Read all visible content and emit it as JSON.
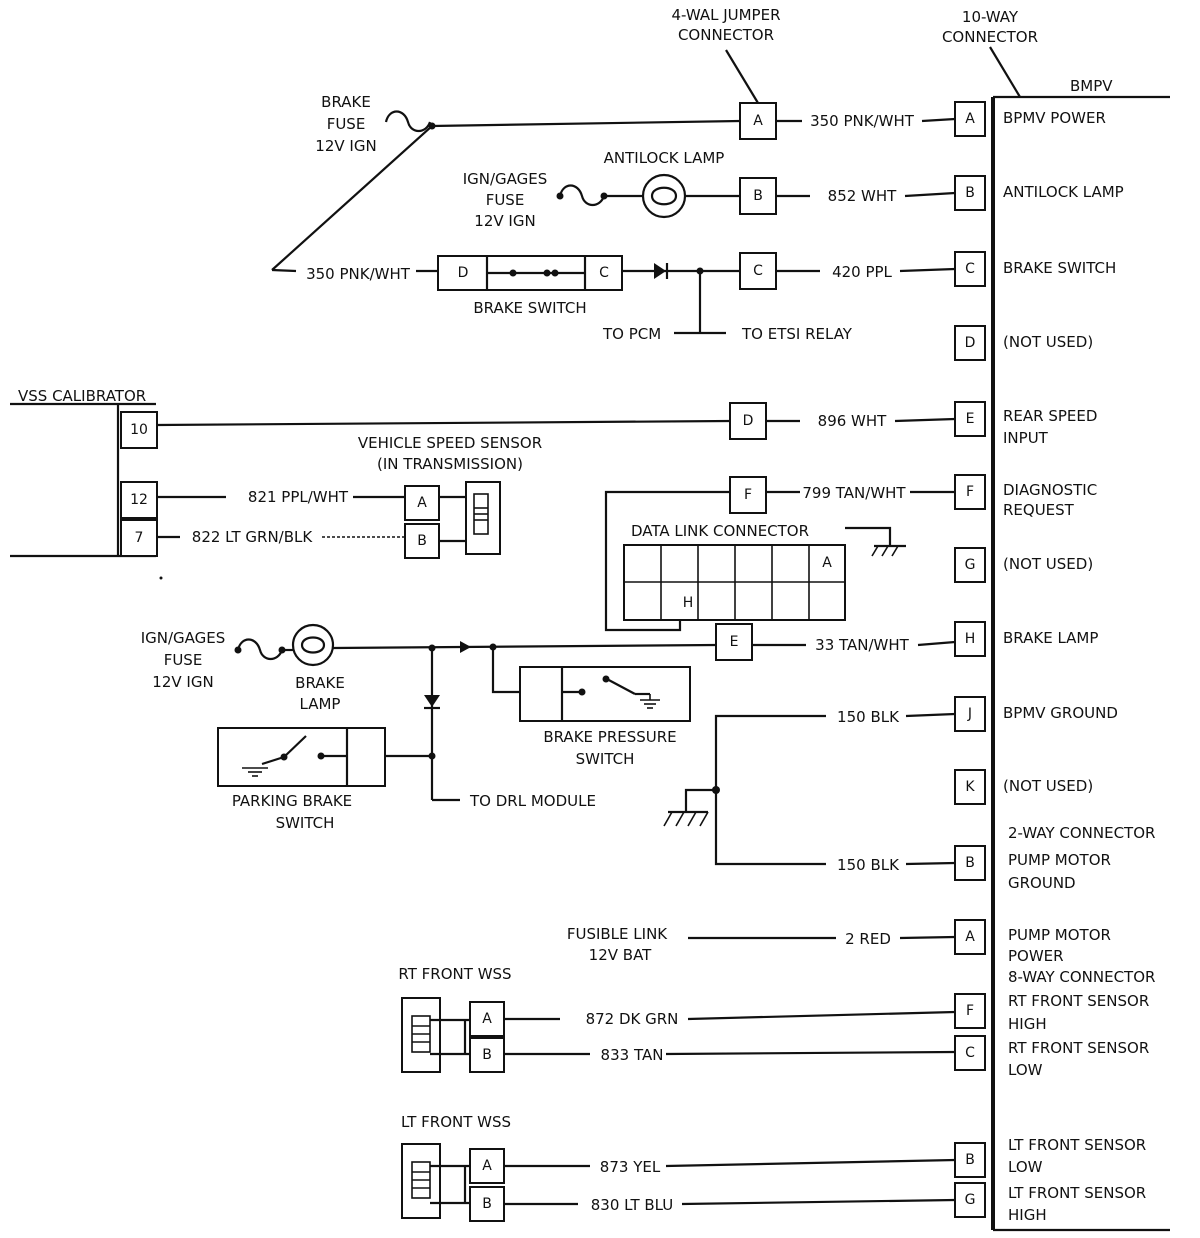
{
  "labels": {
    "jumper_connector_l1": "4-WAL JUMPER",
    "jumper_connector_l2": "CONNECTOR",
    "ten_way_l1": "10-WAY",
    "ten_way_l2": "CONNECTOR",
    "bmpv_title": "BMPV",
    "brake_fuse_l1": "BRAKE",
    "brake_fuse_l2": "FUSE",
    "brake_fuse_l3": "12V IGN",
    "antilock_lamp_title": "ANTILOCK LAMP",
    "ign_gages_fuse_l1": "IGN/GAGES",
    "ign_gages_fuse_l2": "FUSE",
    "ign_gages_fuse_l3": "12V IGN",
    "brake_switch_title": "BRAKE SWITCH",
    "to_pcm": "TO PCM",
    "to_etsi_relay": "TO ETSI RELAY",
    "vss_calibrator": "VSS CALIBRATOR",
    "vss_title_l1": "VEHICLE SPEED SENSOR",
    "vss_title_l2": "(IN TRANSMISSION)",
    "data_link_connector": "DATA LINK CONNECTOR",
    "ign_gages_fuse2_l1": "IGN/GAGES",
    "ign_gages_fuse2_l2": "FUSE",
    "ign_gages_fuse2_l3": "12V IGN",
    "brake_lamp_l1": "BRAKE",
    "brake_lamp_l2": "LAMP",
    "brake_pressure_l1": "BRAKE PRESSURE",
    "brake_pressure_l2": "SWITCH",
    "parking_brake_l1": "PARKING BRAKE",
    "parking_brake_l2": "SWITCH",
    "to_drl_module": "TO DRL MODULE",
    "two_way_connector": "2-WAY CONNECTOR",
    "fusible_link_l1": "FUSIBLE LINK",
    "fusible_link_l2": "12V BAT",
    "eight_way_connector": "8-WAY CONNECTOR",
    "rt_front_wss": "RT FRONT WSS",
    "lt_front_wss": "LT FRONT WSS"
  },
  "wires": {
    "w350_top": "350 PNK/WHT",
    "w852": "852 WHT",
    "w350_left": "350 PNK/WHT",
    "w420": "420 PPL",
    "w896": "896 WHT",
    "w821": "821 PPL/WHT",
    "w822": "822 LT GRN/BLK",
    "w799": "799 TAN/WHT",
    "w33": "33 TAN/WHT",
    "w150a": "150 BLK",
    "w150b": "150 BLK",
    "w2": "2 RED",
    "w872": "872 DK GRN",
    "w833": "833 TAN",
    "w873": "873 YEL",
    "w830": "830 LT BLU"
  },
  "jumper_pins": [
    "A",
    "B",
    "C",
    "D",
    "E",
    "F"
  ],
  "bmpv_pins": [
    {
      "pin": "A",
      "label1": "BPMV POWER",
      "label2": ""
    },
    {
      "pin": "B",
      "label1": "ANTILOCK LAMP",
      "label2": ""
    },
    {
      "pin": "C",
      "label1": "BRAKE SWITCH",
      "label2": ""
    },
    {
      "pin": "D",
      "label1": "(NOT USED)",
      "label2": ""
    },
    {
      "pin": "E",
      "label1": "REAR SPEED",
      "label2": "INPUT"
    },
    {
      "pin": "F",
      "label1": "DIAGNOSTIC",
      "label2": "REQUEST"
    },
    {
      "pin": "G",
      "label1": "(NOT USED)",
      "label2": ""
    },
    {
      "pin": "H",
      "label1": "BRAKE LAMP",
      "label2": ""
    },
    {
      "pin": "J",
      "label1": "BPMV GROUND",
      "label2": ""
    },
    {
      "pin": "K",
      "label1": "(NOT USED)",
      "label2": ""
    },
    {
      "pin": "B",
      "label1": "PUMP MOTOR",
      "label2": "GROUND"
    },
    {
      "pin": "A",
      "label1": "PUMP MOTOR",
      "label2": "POWER"
    },
    {
      "pin": "F",
      "label1": "RT FRONT SENSOR",
      "label2": "HIGH"
    },
    {
      "pin": "C",
      "label1": "RT FRONT SENSOR",
      "label2": "LOW"
    },
    {
      "pin": "B",
      "label1": "LT FRONT SENSOR",
      "label2": "LOW"
    },
    {
      "pin": "G",
      "label1": "LT FRONT SENSOR",
      "label2": "HIGH"
    }
  ],
  "brake_switch_pins": [
    "D",
    "C"
  ],
  "vss_calibrator_pins": [
    "10",
    "12",
    "7"
  ],
  "vss_pins": [
    "A",
    "B"
  ],
  "dlc_pins": [
    "A",
    "H"
  ],
  "wss_pins": [
    "A",
    "B"
  ]
}
